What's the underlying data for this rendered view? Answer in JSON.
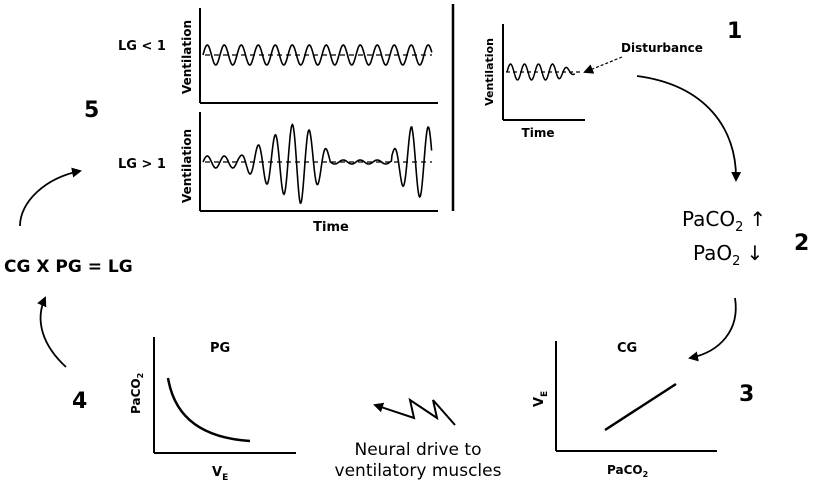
{
  "steps": {
    "s1": "1",
    "s2": "2",
    "s3": "3",
    "s4": "4",
    "s5": "5"
  },
  "panel_lg_lt1": {
    "label": "LG < 1",
    "ylabel": "Ventilation"
  },
  "panel_lg_gt1": {
    "label": "LG > 1",
    "ylabel": "Ventilation",
    "xlabel": "Time"
  },
  "panel_disturbance": {
    "ylabel": "Ventilation",
    "xlabel": "Time",
    "annotation": "Disturbance"
  },
  "blood_gases": {
    "paco2_main": "PaCO",
    "paco2_sub": "2",
    "paco2_arrow": "↑",
    "pao2_main": "PaO",
    "pao2_sub": "2",
    "pao2_arrow": "↓"
  },
  "cg_panel": {
    "title": "CG",
    "ylabel_main": "V",
    "ylabel_sub": "E",
    "xlabel_main": "PaCO",
    "xlabel_sub": "2"
  },
  "pg_panel": {
    "title": "PG",
    "ylabel_main": "PaCO",
    "ylabel_sub": "2",
    "xlabel_main": "V",
    "xlabel_sub": "E"
  },
  "neural_drive": {
    "line1": "Neural drive to",
    "line2": "ventilatory muscles"
  },
  "equation": "CG X PG = LG"
}
